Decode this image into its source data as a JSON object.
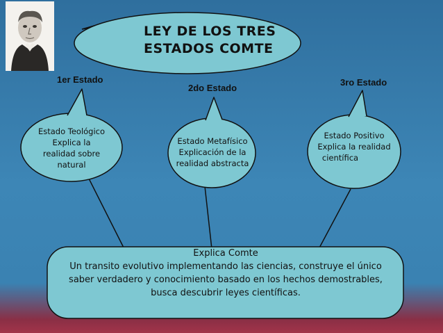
{
  "title": {
    "line1": "LEY DE LOS TRES",
    "line2": "ESTADOS COMTE"
  },
  "stages": [
    {
      "label": "1er Estado",
      "lines": [
        "Estado Teológico",
        "Explica la",
        "realidad sobre",
        "natural"
      ]
    },
    {
      "label": "2do Estado",
      "lines": [
        "Estado Metafísico",
        "Explicación de  la",
        "realidad abstracta"
      ]
    },
    {
      "label": "3ro Estado",
      "lines": [
        "Estado Positivo",
        "Explica la realidad",
        "científica"
      ]
    }
  ],
  "explanation": {
    "heading": "Explica  Comte",
    "lines": [
      "Un transito evolutivo implementando  las ciencias, construye el único",
      "saber verdadero y conocimiento basado en los hechos demostrables,",
      "busca descubrir leyes científicas."
    ]
  },
  "colors": {
    "bubble_fill": "#7ec8d2",
    "stroke": "#111111",
    "background_top": "#2f6f9e",
    "background_bottom": "#a2344a"
  },
  "portrait_icon": "portrait-icon"
}
